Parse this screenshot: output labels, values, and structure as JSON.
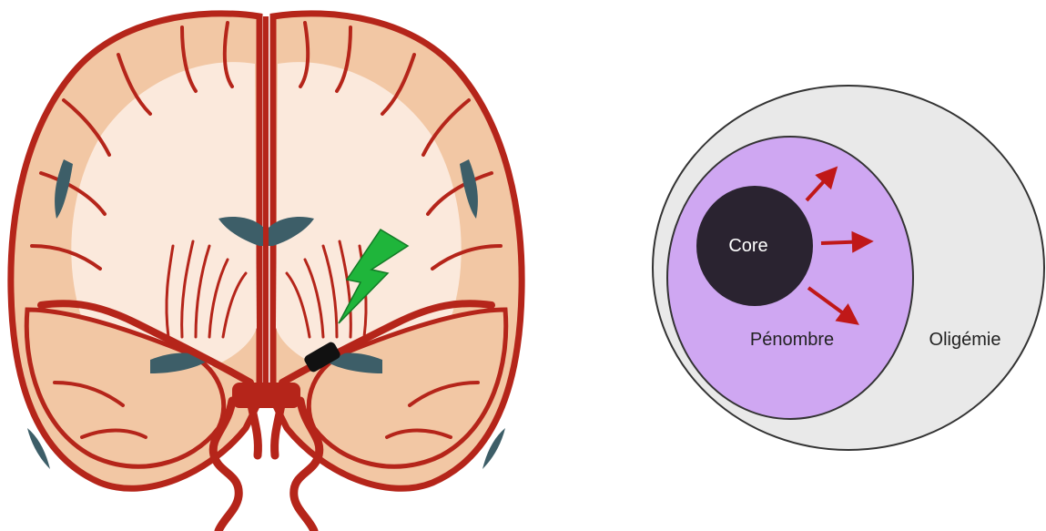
{
  "diagram": {
    "labels": {
      "core": "Core",
      "penumbra": "Pénombre",
      "oligemia": "Oligémie"
    },
    "colors": {
      "background": "#ffffff",
      "brain_tissue": "#f2c7a4",
      "brain_white_matter": "#fbe9dc",
      "vessel": "#b5251a",
      "ventricle": "#3d5e68",
      "lightning": "#1fb53b",
      "clot": "#111111",
      "core_fill": "#2a2330",
      "penumbra_fill": "#cfa7f2",
      "oligemia_fill": "#e9e9e9",
      "arrow": "#c01818"
    },
    "icons": {
      "brain": "coronal-brain-section",
      "occlusion": "clot-icon",
      "stroke_event": "lightning-bolt-icon"
    }
  }
}
